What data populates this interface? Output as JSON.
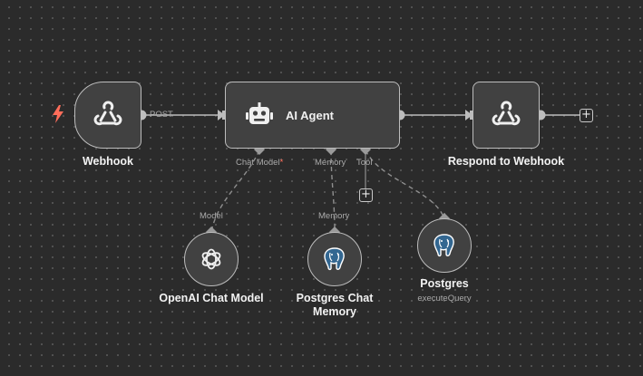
{
  "nodes": {
    "webhook": {
      "label": "Webhook",
      "icon": "webhook-icon"
    },
    "agent": {
      "label": "AI Agent",
      "icon": "robot-icon"
    },
    "respond": {
      "label": "Respond to Webhook",
      "icon": "webhook-icon"
    },
    "openai": {
      "label": "OpenAI Chat Model",
      "icon": "openai-icon"
    },
    "memory": {
      "label_line1": "Postgres Chat",
      "label_line2": "Memory",
      "icon": "postgres-icon"
    },
    "postgres": {
      "label": "Postgres",
      "subtitle": "executeQuery",
      "icon": "postgres-icon"
    }
  },
  "connections": {
    "webhook_to_agent_label": "POST"
  },
  "agent_ports": {
    "chat_model": "Chat Model",
    "chat_model_required": "*",
    "memory": "Memory",
    "tool": "Tool"
  },
  "sub_ports": {
    "model": "Model",
    "memory": "Memory"
  },
  "colors": {
    "canvas": "#2b2b2b",
    "node_fill": "#414141",
    "node_border": "#bdbdbd",
    "trigger_bolt": "#ff6d5a",
    "postgres_blue": "#336791"
  }
}
